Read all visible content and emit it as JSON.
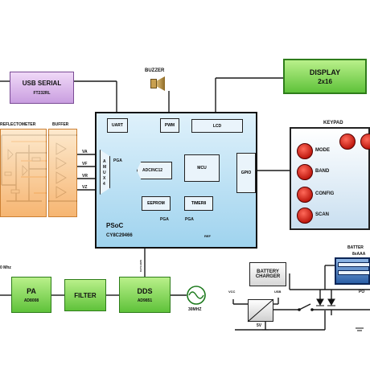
{
  "usb": {
    "title": "USB SERIAL",
    "sub": "FT232RL"
  },
  "buzzer": {
    "label": "BUZZER"
  },
  "display": {
    "title": "DISPLAY",
    "sub": "2x16"
  },
  "keypad": {
    "label": "KEYPAD",
    "buttons": [
      "MODE",
      "BAND",
      "CONFIG",
      "SCAN"
    ]
  },
  "reflectometer": {
    "label": "REFLECTOMETER"
  },
  "buffer": {
    "label": "BUFFER",
    "ports": [
      "VA",
      "VF",
      "VR",
      "VZ"
    ]
  },
  "psoc": {
    "name": "PSoC",
    "part": "CY8C29466",
    "blocks": {
      "uart": "UART",
      "pwm": "PWM",
      "lcd": "LCD",
      "mcu": "MCU",
      "gpio": "GPIO",
      "eeprom": "EEPROM",
      "timer": "TIMER8",
      "adc": "ADCINC12",
      "pga": "PGA",
      "pga1": "PGA",
      "pga2": "PGA",
      "amux": "AMUX4",
      "ref": "REF"
    }
  },
  "chain": {
    "freq_in": "0 Mhz",
    "pa": "PA",
    "pa_part": "AD8008",
    "filter": "FILTER",
    "dds": "DDS",
    "dds_part": "AD9851",
    "osc": "30MHZ",
    "data_bus": "DATA BUS"
  },
  "power": {
    "battery_charger": [
      "BATTERY",
      "CHARGER"
    ],
    "battery": [
      "BATTER",
      "8xAAA"
    ],
    "vcc": "VCC",
    "usb": "USB",
    "v5": "5V",
    "po": "PO"
  }
}
